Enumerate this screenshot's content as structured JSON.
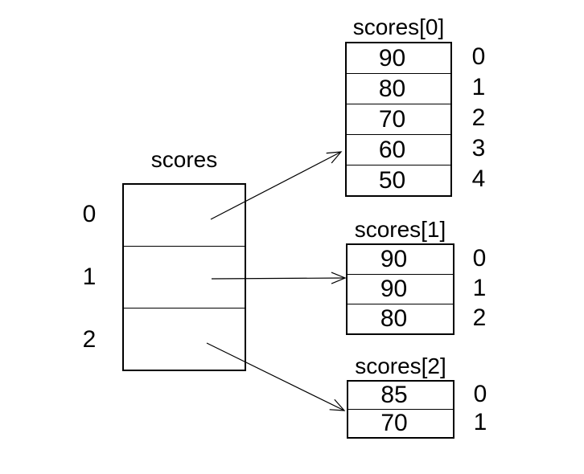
{
  "diagram": {
    "colors": {
      "line": "#000000",
      "background": "#ffffff",
      "text": "#000000"
    },
    "pointer_array": {
      "title": "scores",
      "indices": [
        "0",
        "1",
        "2"
      ]
    },
    "sub_arrays": [
      {
        "title": "scores[0]",
        "values": [
          "90",
          "80",
          "70",
          "60",
          "50"
        ],
        "indices": [
          "0",
          "1",
          "2",
          "3",
          "4"
        ]
      },
      {
        "title": "scores[1]",
        "values": [
          "90",
          "90",
          "80"
        ],
        "indices": [
          "0",
          "1",
          "2"
        ]
      },
      {
        "title": "scores[2]",
        "values": [
          "85",
          "70"
        ],
        "indices": [
          "0",
          "1"
        ]
      }
    ]
  }
}
